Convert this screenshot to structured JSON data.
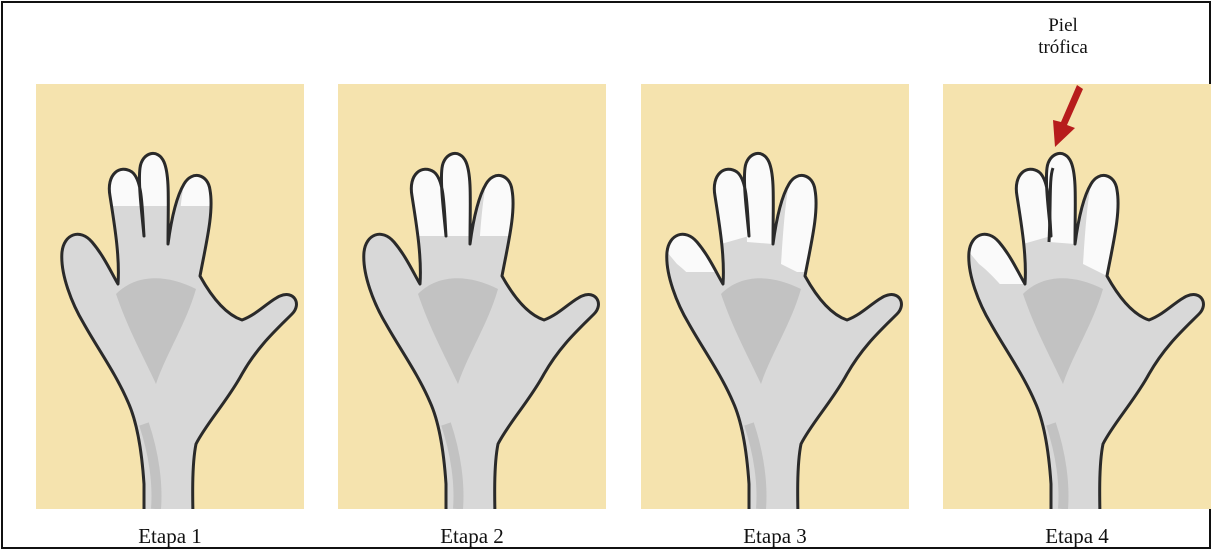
{
  "stages": [
    {
      "label": "Etapa 1"
    },
    {
      "label": "Etapa 2"
    },
    {
      "label": "Etapa 3"
    },
    {
      "label": "Etapa 4"
    }
  ],
  "annotation": {
    "line1": "Piel",
    "line2": "trófica"
  },
  "colors": {
    "background": "#F5E3AE",
    "skin": "#D8D8D8",
    "shadow": "#C2C2C2",
    "pale": "#FAFAFA",
    "outline": "#2A2A2A",
    "arrow": "#B71C1C"
  }
}
